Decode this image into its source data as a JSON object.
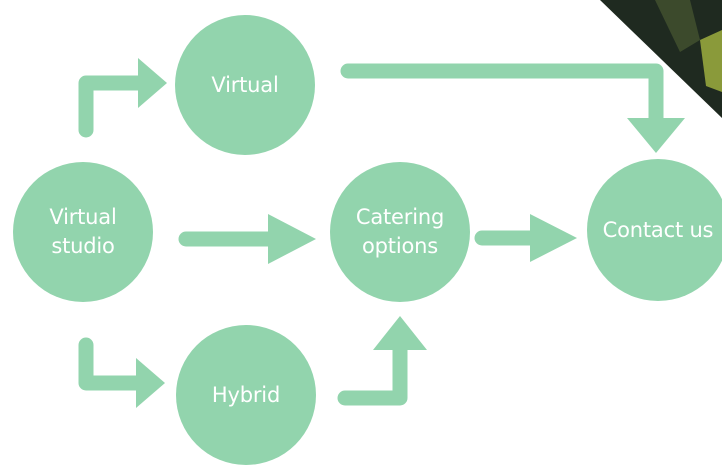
{
  "colors": {
    "node_fill": "#92d4ad",
    "arrow_fill": "#92d4ad",
    "text": "#ffffff",
    "photo_dark": "#1f2a20",
    "photo_accent": "#8a9a3a"
  },
  "nodes": {
    "virtual_studio": {
      "line1": "Virtual",
      "line2": "studio"
    },
    "virtual": {
      "label": "Virtual"
    },
    "hybrid": {
      "label": "Hybrid"
    },
    "catering": {
      "line1": "Catering",
      "line2": "options"
    },
    "contact": {
      "label": "Contact us"
    }
  },
  "edges": [
    {
      "from": "Virtual studio",
      "to": "Virtual"
    },
    {
      "from": "Virtual studio",
      "to": "Catering options"
    },
    {
      "from": "Virtual studio",
      "to": "Hybrid"
    },
    {
      "from": "Virtual",
      "to": "Contact us"
    },
    {
      "from": "Hybrid",
      "to": "Catering options"
    },
    {
      "from": "Catering options",
      "to": "Contact us"
    }
  ]
}
